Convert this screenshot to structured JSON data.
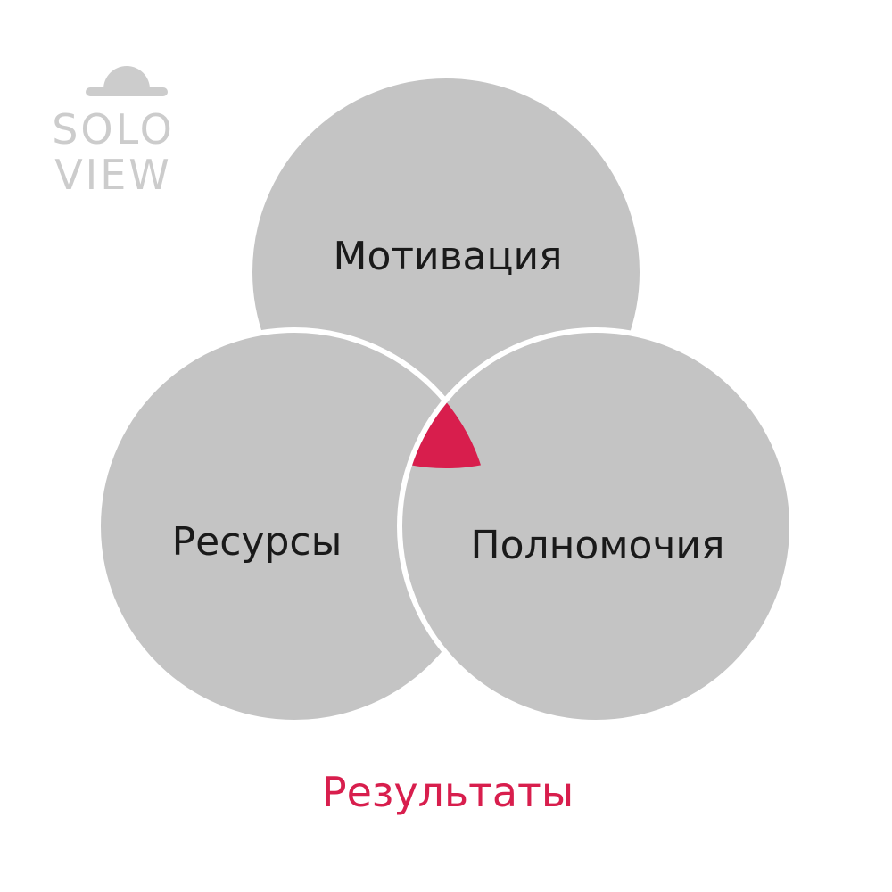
{
  "logo": {
    "line1": "SOLO",
    "line2": "VIEW"
  },
  "diagram": {
    "circles": [
      {
        "label": "Мотивация"
      },
      {
        "label": "Ресурсы"
      },
      {
        "label": "Полномочия"
      }
    ],
    "intersection_label": "Результаты"
  },
  "colors": {
    "circle_fill": "#c4c4c4",
    "circle_stroke": "#ffffff",
    "intersection_fill": "#d81e4d",
    "result_text": "#d81e4d",
    "logo_color": "#cccccc"
  }
}
